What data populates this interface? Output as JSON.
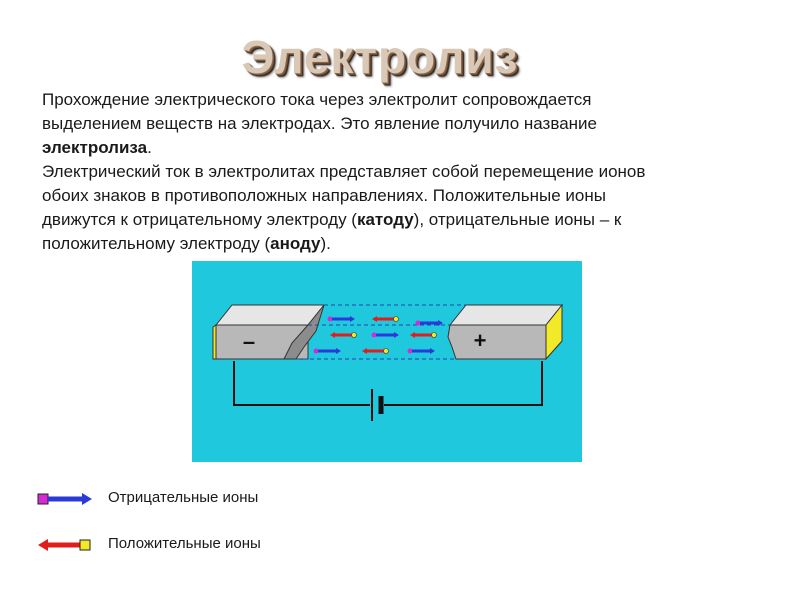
{
  "title": "Электролиз",
  "paragraph1": {
    "text": "Прохождение электрического тока через электролит сопровождается выделением веществ на электродах. Это явление получило название ",
    "bold": "электролиза",
    "end": "."
  },
  "paragraph2": {
    "text1": "Электрический ток в электролитах представляет собой перемещение ионов обоих знаков в противоположных направлениях. Положительные ионы движутся к отрицательному электроду (",
    "bold1": "катоду",
    "text2": "), отрицательные ионы – к положительному электроду (",
    "bold2": "аноду",
    "text3": ")."
  },
  "diagram": {
    "background": "#20c8de",
    "cathode_sign": "–",
    "anode_sign": "+"
  },
  "legend": {
    "negative": {
      "label": "Отрицательные ионы",
      "icon": "blue-arrow-magenta-tail-icon",
      "color": "#2a3ad8"
    },
    "positive": {
      "label": "Положительные ионы",
      "icon": "red-arrow-yellow-head-icon",
      "color": "#e21b1b"
    }
  }
}
